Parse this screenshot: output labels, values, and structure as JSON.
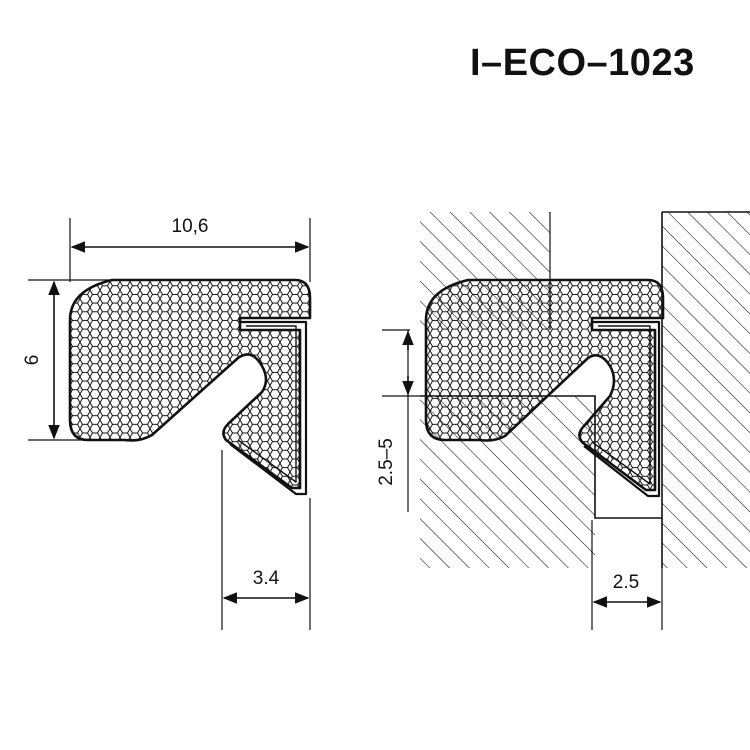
{
  "title": "I–ECO–1023",
  "dimensions": {
    "width": "10,6",
    "height": "6",
    "lip": "3.4",
    "panel_range": "2.5–5",
    "gap": "2.5"
  },
  "colors": {
    "ink": "#111111",
    "background": "#ffffff"
  }
}
